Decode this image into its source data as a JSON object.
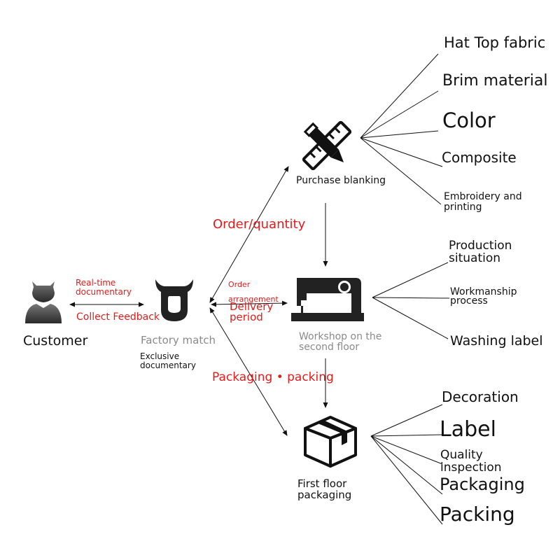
{
  "nodes": {
    "customer": "Customer",
    "factory": "Factory match",
    "factory_sub": "Exclusive\ndocumentary",
    "purchase": "Purchase blanking",
    "workshop": "Workshop on the\nsecond floor",
    "packaging": "First floor\npackaging"
  },
  "edges": {
    "realtime": "Real-time\ndocumentary",
    "feedback": "Collect Feedback",
    "order_quantity": "Order/quantity",
    "order_arrangement": "Order\narrangement",
    "delivery": "Delivery\nperiod",
    "packaging_packing": "Packaging • packing"
  },
  "purchase_items": [
    "Hat Top fabric",
    "Brim material",
    "Color",
    "Composite",
    "Embroidery and\nprinting"
  ],
  "workshop_items": [
    "Production\nsituation",
    "Workmanship\nprocess",
    "Washing label"
  ],
  "packaging_items": [
    "Decoration",
    "Label",
    "Quality\ninspection",
    "Packaging",
    "Packing"
  ],
  "icons": [
    "customer-icon",
    "cow-logo-icon",
    "pencil-ruler-icon",
    "sewing-machine-icon",
    "package-box-icon"
  ],
  "colors": {
    "accent_red": "#e31b1b",
    "muted_gray": "#8a8a8a",
    "icon_dark": "#222222"
  }
}
